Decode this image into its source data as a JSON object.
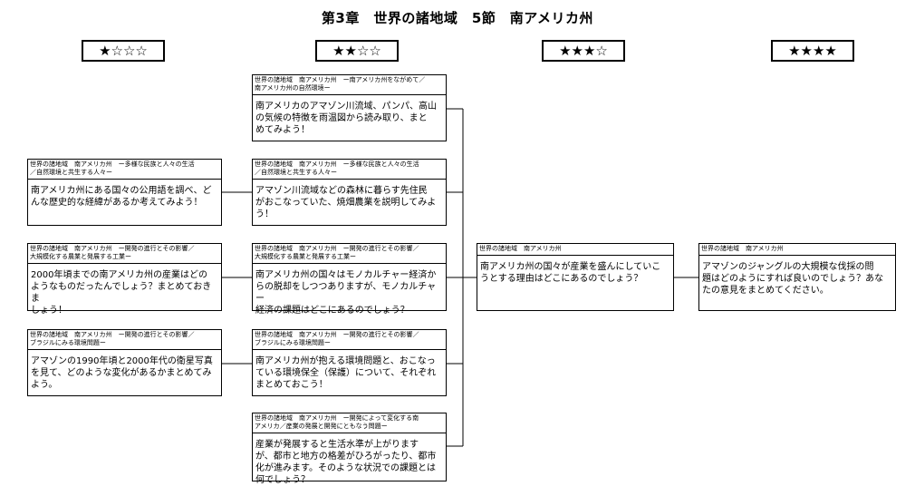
{
  "page_title": "第3章　世界の諸地域　5節　南アメリカ州",
  "levels": [
    "★☆☆☆",
    "★★☆☆",
    "★★★☆",
    "★★★★"
  ],
  "cards": [
    {
      "id": "c1",
      "head": "世界の諸地域　南アメリカ州　ー多様な民族と人々の生活\n／自然環境と共生する人々ー",
      "body": "南アメリカ州にある国々の公用語を調べ、ど\nんな歴史的な経緯があるか考えてみよう！"
    },
    {
      "id": "c2",
      "head": "世界の諸地域　南アメリカ州　ー開発の進行とその影響／\n大規模化する農業と発展する工業ー",
      "body": "2000年頃までの南アメリカ州の産業はどの\nようなものだったんでしょう？まとめておきま\nしょう！"
    },
    {
      "id": "c3",
      "head": "世界の諸地域　南アメリカ州　ー開発の進行とその影響／\nブラジルにみる環境問題ー",
      "body": "アマゾンの1990年頃と2000年代の衛星写真\nを見て、どのような変化があるかまとめてみ\nよう。"
    },
    {
      "id": "c4",
      "head": "世界の諸地域　南アメリカ州　ー南アメリカ州をながめて／\n南アメリカ州の自然環境ー",
      "body": "南アメリカのアマゾン川流域、パンパ、高山\nの気候の特徴を雨温図から読み取り、まと\nめてみよう！"
    },
    {
      "id": "c5",
      "head": "世界の諸地域　南アメリカ州　ー多様な民族と人々の生活\n／自然環境と共生する人々ー",
      "body": "アマゾン川流域などの森林に暮らす先住民\nがおこなっていた、焼畑農業を説明してみよ\nう！"
    },
    {
      "id": "c6",
      "head": "世界の諸地域　南アメリカ州　ー開発の進行とその影響／\n大規模化する農業と発展する工業ー",
      "body": "南アメリカ州の国々はモノカルチャー経済か\nらの脱却をしつつありますが、モノカルチャー\n経済の課題はどこにあるのでしょう？"
    },
    {
      "id": "c7",
      "head": "世界の諸地域　南アメリカ州　ー開発の進行とその影響／\nブラジルにみる環境問題ー",
      "body": "南アメリカ州が抱える環境問題と、おこなっ\nている環境保全（保護）について、それぞれ\nまとめておこう！"
    },
    {
      "id": "c8",
      "head": "世界の諸地域　南アメリカ州　ー開発によって変化する南\nアメリカ／産業の発展と開発にともなう問題ー",
      "body": "産業が発展すると生活水準が上がります\nが、都市と地方の格差がひろがったり、都市\n化が進みます。そのような状況での課題とは\n何でしょう？"
    },
    {
      "id": "c9",
      "head": "世界の諸地域　南アメリカ州",
      "body": "南アメリカ州の国々が産業を盛んにしていこ\nうとする理由はどこにあるのでしょう？"
    },
    {
      "id": "c10",
      "head": "世界の諸地域　南アメリカ州",
      "body": "アマゾンのジャングルの大規模な伐採の問\n題はどのようにすれば良いのでしょう？あな\nたの意見をまとめてください。"
    }
  ]
}
